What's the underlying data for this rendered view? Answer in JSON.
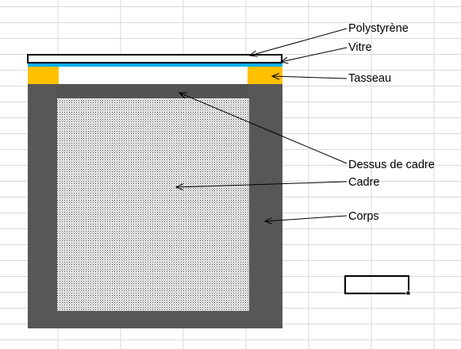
{
  "labels": {
    "polystyrene": "Polystyrène",
    "vitre": "Vitre",
    "tasseau": "Tasseau",
    "dessus_de_cadre": "Dessus de cadre",
    "cadre": "Cadre",
    "corps": "Corps"
  },
  "colors": {
    "grid": "#d9d9d9",
    "body": "#575757",
    "tasseau": "#ffc000",
    "glass": "#00b0f0",
    "polystyrene": "#ffffff",
    "outline": "#000000"
  }
}
